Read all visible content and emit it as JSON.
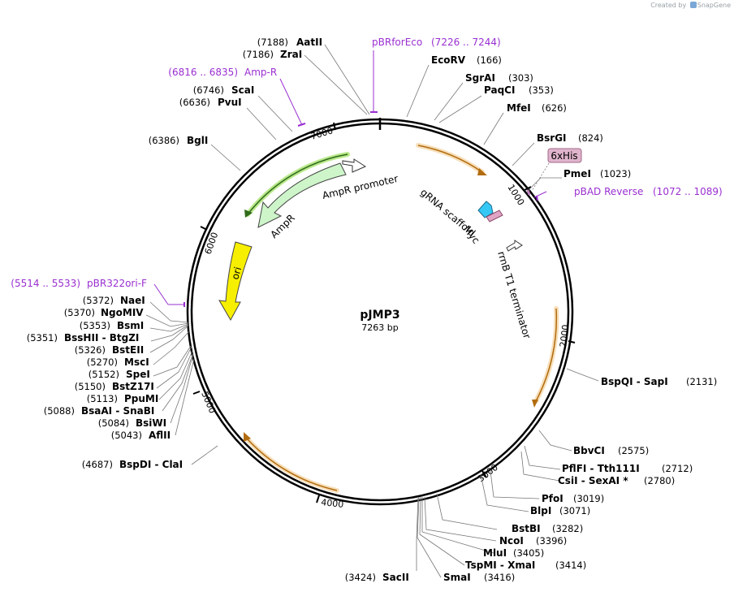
{
  "credit": {
    "prefix": "Created by",
    "brand": "SnapGene"
  },
  "plasmid": {
    "name": "pJMP3",
    "length_label": "7263 bp"
  },
  "colors": {
    "orange": "#e7a43a",
    "green": "#cdf5c9",
    "green_dark": "#3a9a2a",
    "yellow": "#f7ef00",
    "purple": "#9a2fd0",
    "cyan": "#35c8f5",
    "pink": "#e0a4c4"
  },
  "ticks": [
    "1000",
    "2000",
    "3000",
    "4000",
    "5000",
    "6000",
    "7000"
  ],
  "enzymes": [
    {
      "name": "AatII",
      "pos": "(7188)"
    },
    {
      "name": "ZraI",
      "pos": "(7186)"
    },
    {
      "name": "EcoRV",
      "pos": "(166)"
    },
    {
      "name": "SgrAI",
      "pos": "(303)"
    },
    {
      "name": "PaqCI",
      "pos": "(353)"
    },
    {
      "name": "MfeI",
      "pos": "(626)"
    },
    {
      "name": "BsrGI",
      "pos": "(824)"
    },
    {
      "name": "PmeI",
      "pos": "(1023)"
    },
    {
      "name": "ScaI",
      "pos": "(6746)"
    },
    {
      "name": "PvuI",
      "pos": "(6636)"
    },
    {
      "name": "BglI",
      "pos": "(6386)"
    },
    {
      "name": "NaeI",
      "pos": "(5372)"
    },
    {
      "name": "NgoMIV",
      "pos": "(5370)"
    },
    {
      "name": "BsmI",
      "pos": "(5353)"
    },
    {
      "name": "BssHII  -  BtgZI",
      "pos": "(5351)"
    },
    {
      "name": "BstEII",
      "pos": "(5326)"
    },
    {
      "name": "MscI",
      "pos": "(5270)"
    },
    {
      "name": "SpeI",
      "pos": "(5152)"
    },
    {
      "name": "BstZ17I",
      "pos": "(5150)"
    },
    {
      "name": "PpuMI",
      "pos": "(5113)"
    },
    {
      "name": "BsaAI  -  SnaBI",
      "pos": "(5088)"
    },
    {
      "name": "BsiWI",
      "pos": "(5084)"
    },
    {
      "name": "AflII",
      "pos": "(5043)"
    },
    {
      "name": "BspDI  -  ClaI",
      "pos": "(4687)"
    },
    {
      "name": "BspQI  -  SapI",
      "pos": "(2131)"
    },
    {
      "name": "BbvCI",
      "pos": "(2575)"
    },
    {
      "name": "PflFI  -  Tth111I",
      "pos": "(2712)"
    },
    {
      "name": "CsiI  -  SexAI *",
      "pos": "(2780)"
    },
    {
      "name": "PfoI",
      "pos": "(3019)"
    },
    {
      "name": "BlpI",
      "pos": "(3071)"
    },
    {
      "name": "BstBI",
      "pos": "(3282)"
    },
    {
      "name": "NcoI",
      "pos": "(3396)"
    },
    {
      "name": "MluI",
      "pos": "(3405)"
    },
    {
      "name": "TspMI  -  XmaI",
      "pos": "(3414)"
    },
    {
      "name": "SmaI",
      "pos": "(3416)"
    },
    {
      "name": "SacII",
      "pos": "(3424)"
    }
  ],
  "primers": [
    {
      "name": "pBRforEco",
      "range": "(7226 .. 7244)"
    },
    {
      "name": "Amp-R",
      "range": "(6816 .. 6835)"
    },
    {
      "name": "pBAD Reverse",
      "range": "(1072 .. 1089)"
    },
    {
      "name": "pBR322ori-F",
      "range": "(5514 .. 5533)"
    }
  ],
  "features": {
    "his": "6xHis",
    "ampr_promoter": "AmpR promoter",
    "ampr": "AmpR",
    "ori": "ori",
    "grna": "gRNA scaffold",
    "myc": "Myc",
    "rrnb": "rrnB T1 terminator"
  }
}
